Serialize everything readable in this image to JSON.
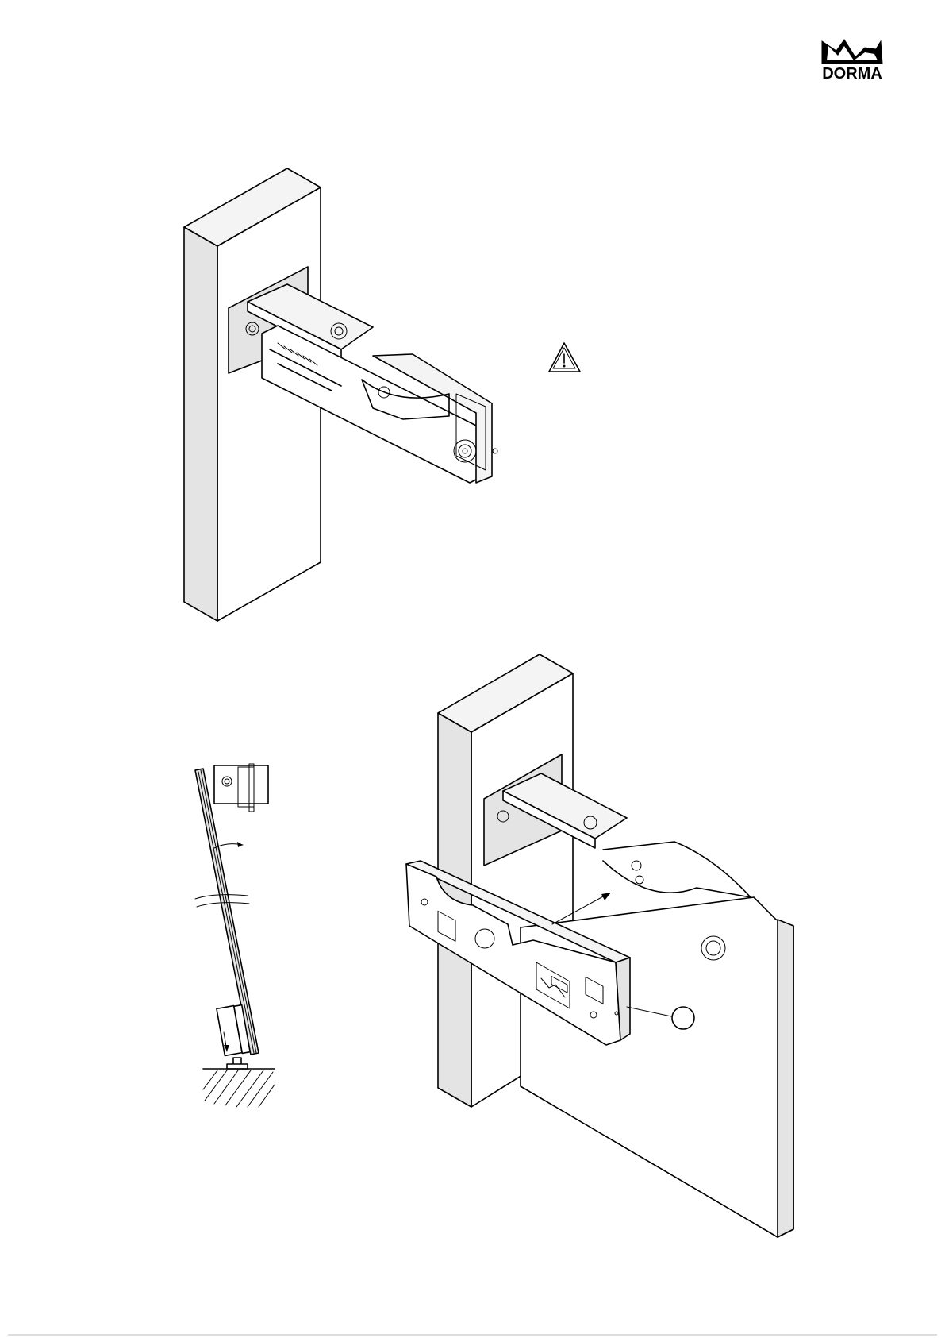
{
  "document": {
    "brand": {
      "logo_text": "DORMA",
      "logo_icon": "crown-icon"
    },
    "figures": [
      {
        "id": "fig-top",
        "subject": "hinge-body-on-frame-profile",
        "warning_icon": "warning-triangle-icon"
      },
      {
        "id": "fig-side",
        "subject": "panel-tilt-side-view"
      },
      {
        "id": "fig-bottom",
        "subject": "cover-plate-fitting"
      }
    ],
    "colors": {
      "line": "#000000",
      "background": "#ffffff"
    }
  }
}
